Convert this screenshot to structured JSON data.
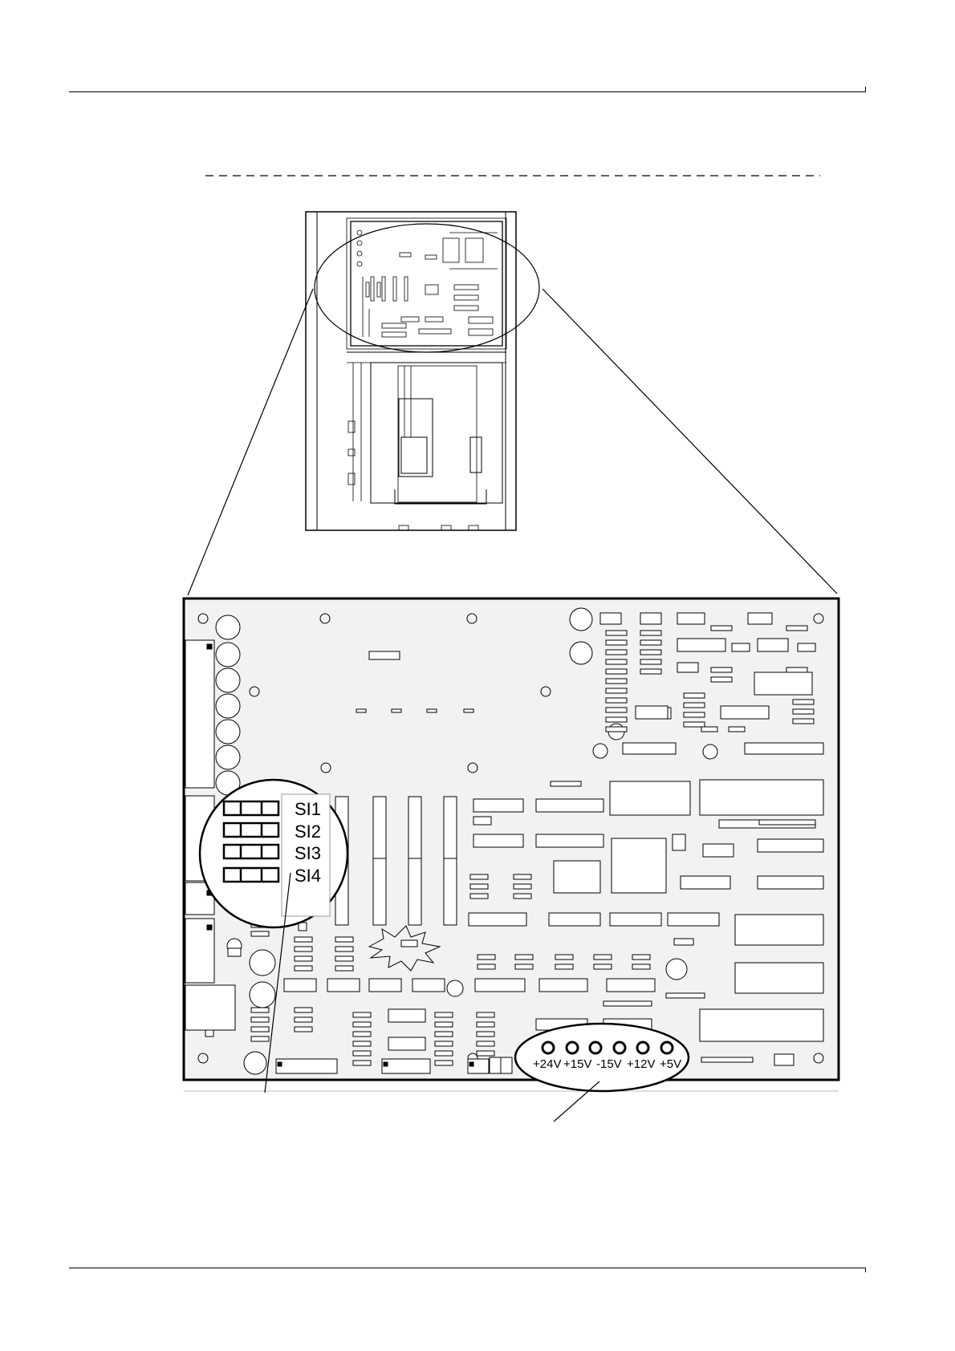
{
  "fuses": [
    {
      "label": "SI1"
    },
    {
      "label": "SI2"
    },
    {
      "label": "SI3"
    },
    {
      "label": "SI4"
    }
  ],
  "test_points": [
    {
      "label": "+24V"
    },
    {
      "label": "+15V"
    },
    {
      "label": "-15V"
    },
    {
      "label": "+12V"
    },
    {
      "label": "+5V"
    }
  ]
}
